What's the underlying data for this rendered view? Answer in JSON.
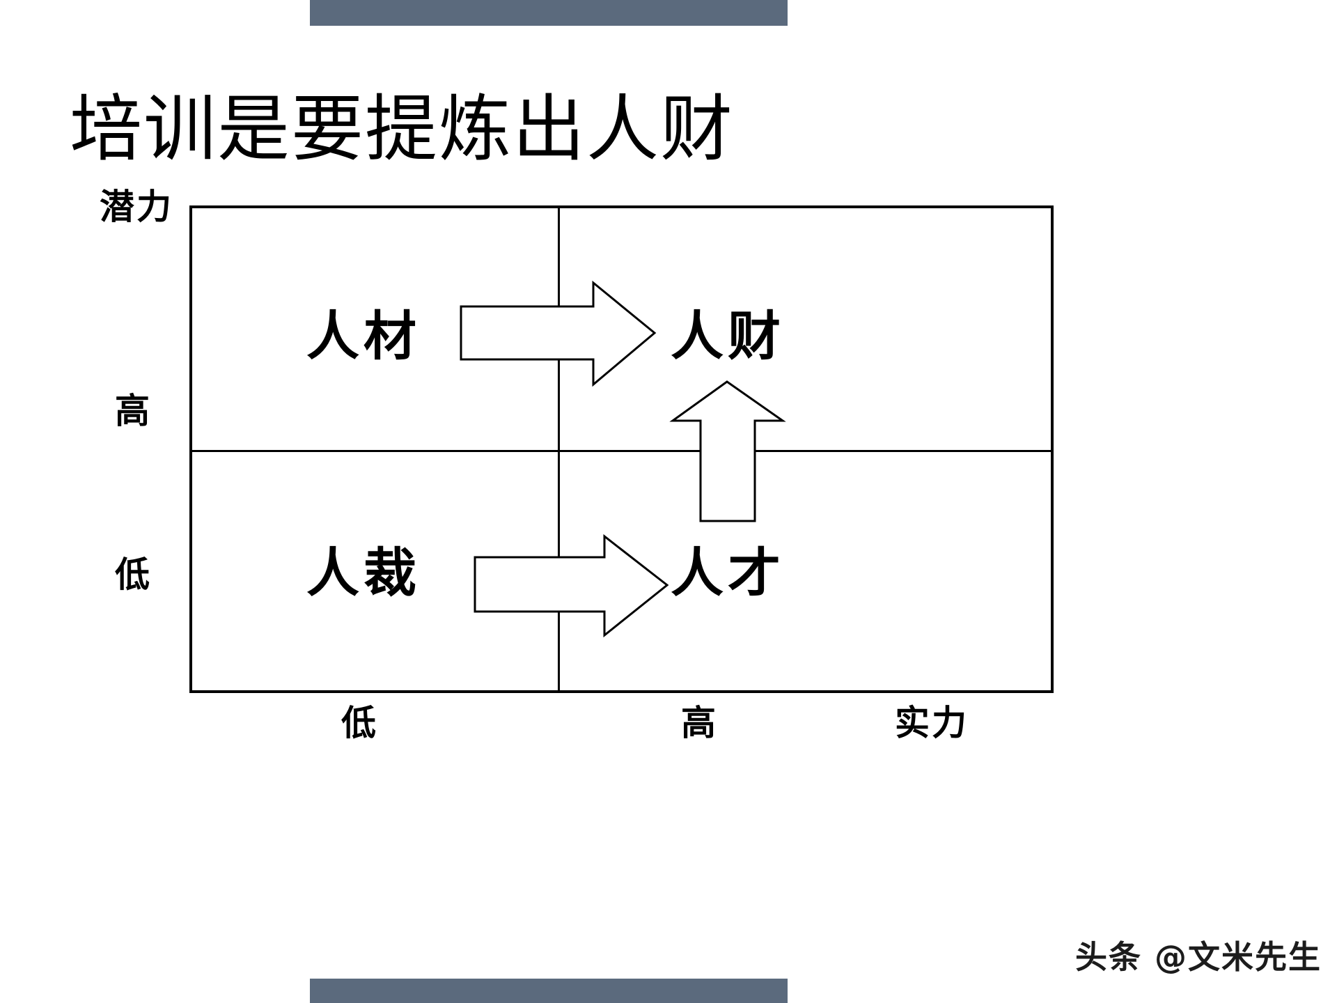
{
  "slide": {
    "title": "培训是要提炼出人财",
    "watermark": "头条 @文米先生",
    "accent_color": "#5b6a7d",
    "ink_color": "#000000",
    "background_color": "#ffffff"
  },
  "decor": {
    "top_bar_name": "top-accent-bar",
    "bottom_bar_name": "bottom-accent-bar"
  },
  "chart_data": {
    "type": "table",
    "title": "培训是要提炼出人财",
    "xlabel": "实力",
    "ylabel": "潜力",
    "x_ticks": [
      "低",
      "高"
    ],
    "y_ticks": [
      "高",
      "低"
    ],
    "grid": true,
    "legend": "none",
    "quadrants": [
      {
        "id": "top-left",
        "label": "人材",
        "potential": "高",
        "strength": "低"
      },
      {
        "id": "top-right",
        "label": "人财",
        "potential": "高",
        "strength": "高"
      },
      {
        "id": "bottom-left",
        "label": "人裁",
        "potential": "低",
        "strength": "低"
      },
      {
        "id": "bottom-right",
        "label": "人才",
        "potential": "低",
        "strength": "高"
      }
    ],
    "arrows": [
      {
        "id": "arrow-top-row",
        "from": "人材",
        "to": "人财",
        "direction": "right"
      },
      {
        "id": "arrow-bottom-row",
        "from": "人裁",
        "to": "人才",
        "direction": "right"
      },
      {
        "id": "arrow-right-col",
        "from": "人才",
        "to": "人财",
        "direction": "up"
      }
    ]
  },
  "axes": {
    "y_axis_title": "潜力",
    "x_axis_title": "实力",
    "y_high": "高",
    "y_low": "低",
    "x_low": "低",
    "x_high": "高"
  },
  "cells": {
    "top_left": "人材",
    "top_right": "人财",
    "bottom_left": "人裁",
    "bottom_right": "人才"
  }
}
